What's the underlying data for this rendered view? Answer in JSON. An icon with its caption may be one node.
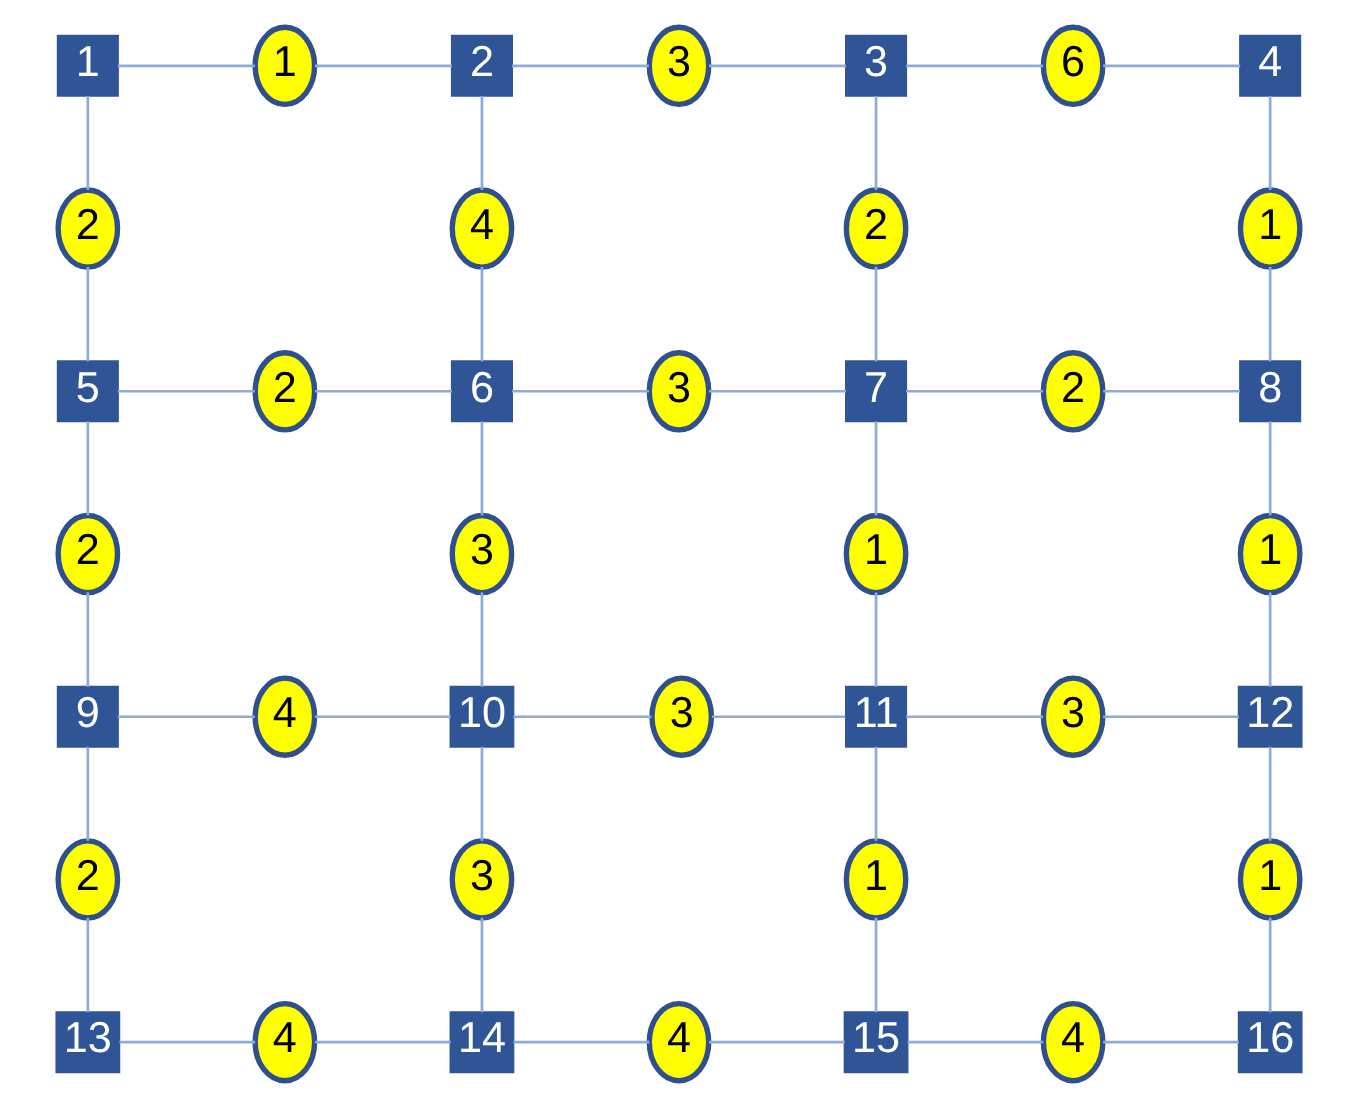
{
  "diagram": {
    "nodes": [
      {
        "text": [
          "1"
        ]
      },
      {
        "text": [
          "1"
        ]
      },
      {
        "text": [
          "2"
        ]
      },
      {
        "text": [
          "3"
        ]
      },
      {
        "text": [
          "3"
        ]
      },
      {
        "text": [
          "6"
        ]
      },
      {
        "text": [
          "4"
        ]
      },
      {
        "text": [
          "2"
        ]
      },
      {
        "text": [
          "4"
        ]
      },
      {
        "text": [
          "2"
        ]
      },
      {
        "text": [
          "1"
        ]
      },
      {
        "text": [
          "5"
        ]
      },
      {
        "text": [
          "2"
        ]
      },
      {
        "text": [
          "6"
        ]
      },
      {
        "text": [
          "3"
        ]
      },
      {
        "text": [
          "7"
        ]
      },
      {
        "text": [
          "2"
        ]
      },
      {
        "text": [
          "8"
        ]
      },
      {
        "text": [
          "2"
        ]
      },
      {
        "text": [
          "3"
        ]
      },
      {
        "text": [
          "1"
        ]
      },
      {
        "text": [
          "1"
        ]
      },
      {
        "text": [
          "9"
        ]
      },
      {
        "text": [
          "4"
        ]
      },
      {
        "text": [
          "10"
        ]
      },
      {
        "text": [
          "3"
        ]
      },
      {
        "text": [
          "11"
        ]
      },
      {
        "text": [
          "3"
        ]
      },
      {
        "text": [
          "12"
        ]
      },
      {
        "text": [
          "2"
        ]
      },
      {
        "text": [
          "3"
        ]
      },
      {
        "text": [
          "1"
        ]
      },
      {
        "text": [
          "1"
        ]
      },
      {
        "text": [
          "13"
        ]
      },
      {
        "text": [
          "4"
        ]
      },
      {
        "text": [
          "14"
        ]
      },
      {
        "text": [
          "4"
        ]
      },
      {
        "text": [
          "15"
        ]
      },
      {
        "text": [
          "4"
        ]
      },
      {
        "text": [
          "16"
        ]
      }
    ],
    "edges": [
      {
        "from": 0,
        "to": 1,
        "arrow": "none"
      },
      {
        "from": 1,
        "to": 2,
        "arrow": "none"
      },
      {
        "from": 2,
        "to": 3,
        "arrow": "none"
      },
      {
        "from": 3,
        "to": 4,
        "arrow": "none"
      },
      {
        "from": 4,
        "to": 5,
        "arrow": "none"
      },
      {
        "from": 5,
        "to": 6,
        "arrow": "none"
      },
      {
        "from": 0,
        "to": 7,
        "arrow": "none"
      },
      {
        "from": 7,
        "to": 11,
        "arrow": "none"
      },
      {
        "from": 2,
        "to": 8,
        "arrow": "none"
      },
      {
        "from": 8,
        "to": 13,
        "arrow": "none"
      },
      {
        "from": 4,
        "to": 9,
        "arrow": "none"
      },
      {
        "from": 9,
        "to": 15,
        "arrow": "none"
      },
      {
        "from": 6,
        "to": 10,
        "arrow": "none"
      },
      {
        "from": 10,
        "to": 17,
        "arrow": "none"
      },
      {
        "from": 11,
        "to": 12,
        "arrow": "none"
      },
      {
        "from": 12,
        "to": 13,
        "arrow": "none"
      },
      {
        "from": 13,
        "to": 14,
        "arrow": "none"
      },
      {
        "from": 14,
        "to": 15,
        "arrow": "none"
      },
      {
        "from": 15,
        "to": 16,
        "arrow": "none"
      },
      {
        "from": 16,
        "to": 17,
        "arrow": "none"
      },
      {
        "from": 11,
        "to": 18,
        "arrow": "none"
      },
      {
        "from": 18,
        "to": 22,
        "arrow": "none"
      },
      {
        "from": 13,
        "to": 19,
        "arrow": "none"
      },
      {
        "from": 19,
        "to": 24,
        "arrow": "none"
      },
      {
        "from": 15,
        "to": 20,
        "arrow": "none"
      },
      {
        "from": 20,
        "to": 26,
        "arrow": "none"
      },
      {
        "from": 17,
        "to": 21,
        "arrow": "none"
      },
      {
        "from": 21,
        "to": 28,
        "arrow": "none"
      },
      {
        "from": 22,
        "to": 23,
        "arrow": "none"
      },
      {
        "from": 23,
        "to": 24,
        "arrow": "none"
      },
      {
        "from": 24,
        "to": 25,
        "arrow": "none"
      },
      {
        "from": 25,
        "to": 26,
        "arrow": "none"
      },
      {
        "from": 26,
        "to": 27,
        "arrow": "none"
      },
      {
        "from": 27,
        "to": 28,
        "arrow": "none"
      },
      {
        "from": 22,
        "to": 29,
        "arrow": "none"
      },
      {
        "from": 29,
        "to": 33,
        "arrow": "none"
      },
      {
        "from": 24,
        "to": 30,
        "arrow": "none"
      },
      {
        "from": 30,
        "to": 35,
        "arrow": "none"
      },
      {
        "from": 26,
        "to": 31,
        "arrow": "none"
      },
      {
        "from": 31,
        "to": 37,
        "arrow": "none"
      },
      {
        "from": 28,
        "to": 32,
        "arrow": "none"
      },
      {
        "from": 32,
        "to": 39,
        "arrow": "none"
      },
      {
        "from": 33,
        "to": 34,
        "arrow": "none"
      },
      {
        "from": 34,
        "to": 35,
        "arrow": "none"
      },
      {
        "from": 35,
        "to": 36,
        "arrow": "none"
      },
      {
        "from": 36,
        "to": 37,
        "arrow": "none"
      },
      {
        "from": 37,
        "to": 38,
        "arrow": "none"
      },
      {
        "from": 38,
        "to": 39,
        "arrow": "none"
      }
    ]
  }
}
